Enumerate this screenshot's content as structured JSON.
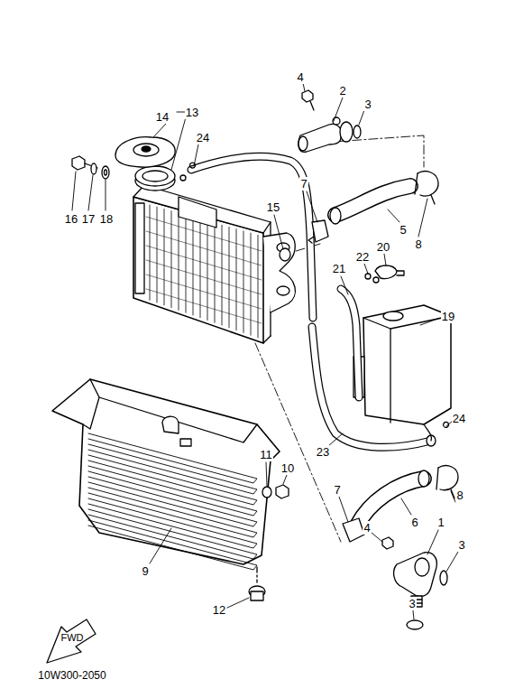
{
  "diagram": {
    "labels": [
      "4",
      "2",
      "3",
      "14",
      "13",
      "24",
      "16",
      "17",
      "18",
      "7",
      "15",
      "5",
      "8",
      "20",
      "22",
      "21",
      "19",
      "24",
      "23",
      "11",
      "10",
      "9",
      "7",
      "8",
      "6",
      "4",
      "1",
      "3",
      "12",
      "3",
      "FWD",
      "10W300-2050"
    ]
  }
}
